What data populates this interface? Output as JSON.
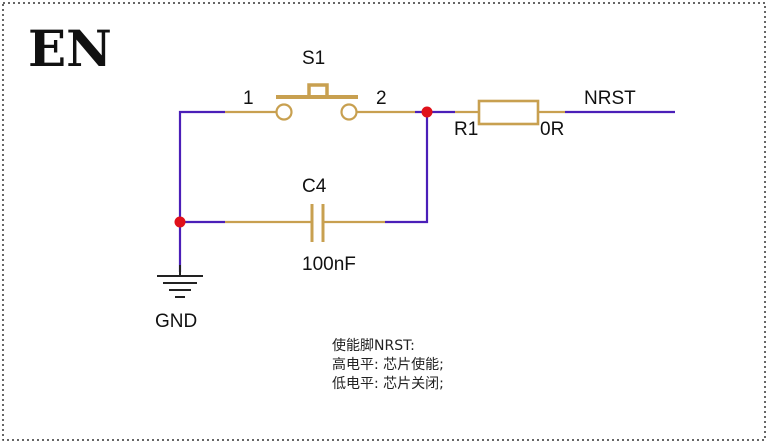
{
  "title": "EN",
  "switch": {
    "ref": "S1",
    "pin1": "1",
    "pin2": "2"
  },
  "resistor": {
    "ref": "R1",
    "value": "0R"
  },
  "capacitor": {
    "ref": "C4",
    "value": "100nF"
  },
  "net_label": "NRST",
  "ground_label": "GND",
  "notes": [
    "使能脚NRST:",
    "高电平: 芯片使能;",
    "低电平: 芯片关闭;"
  ],
  "colors": {
    "wire": "#4B1FB8",
    "component": "#C8A050",
    "junction": "#E0101A",
    "border": "#333333",
    "ground": "#222222"
  }
}
